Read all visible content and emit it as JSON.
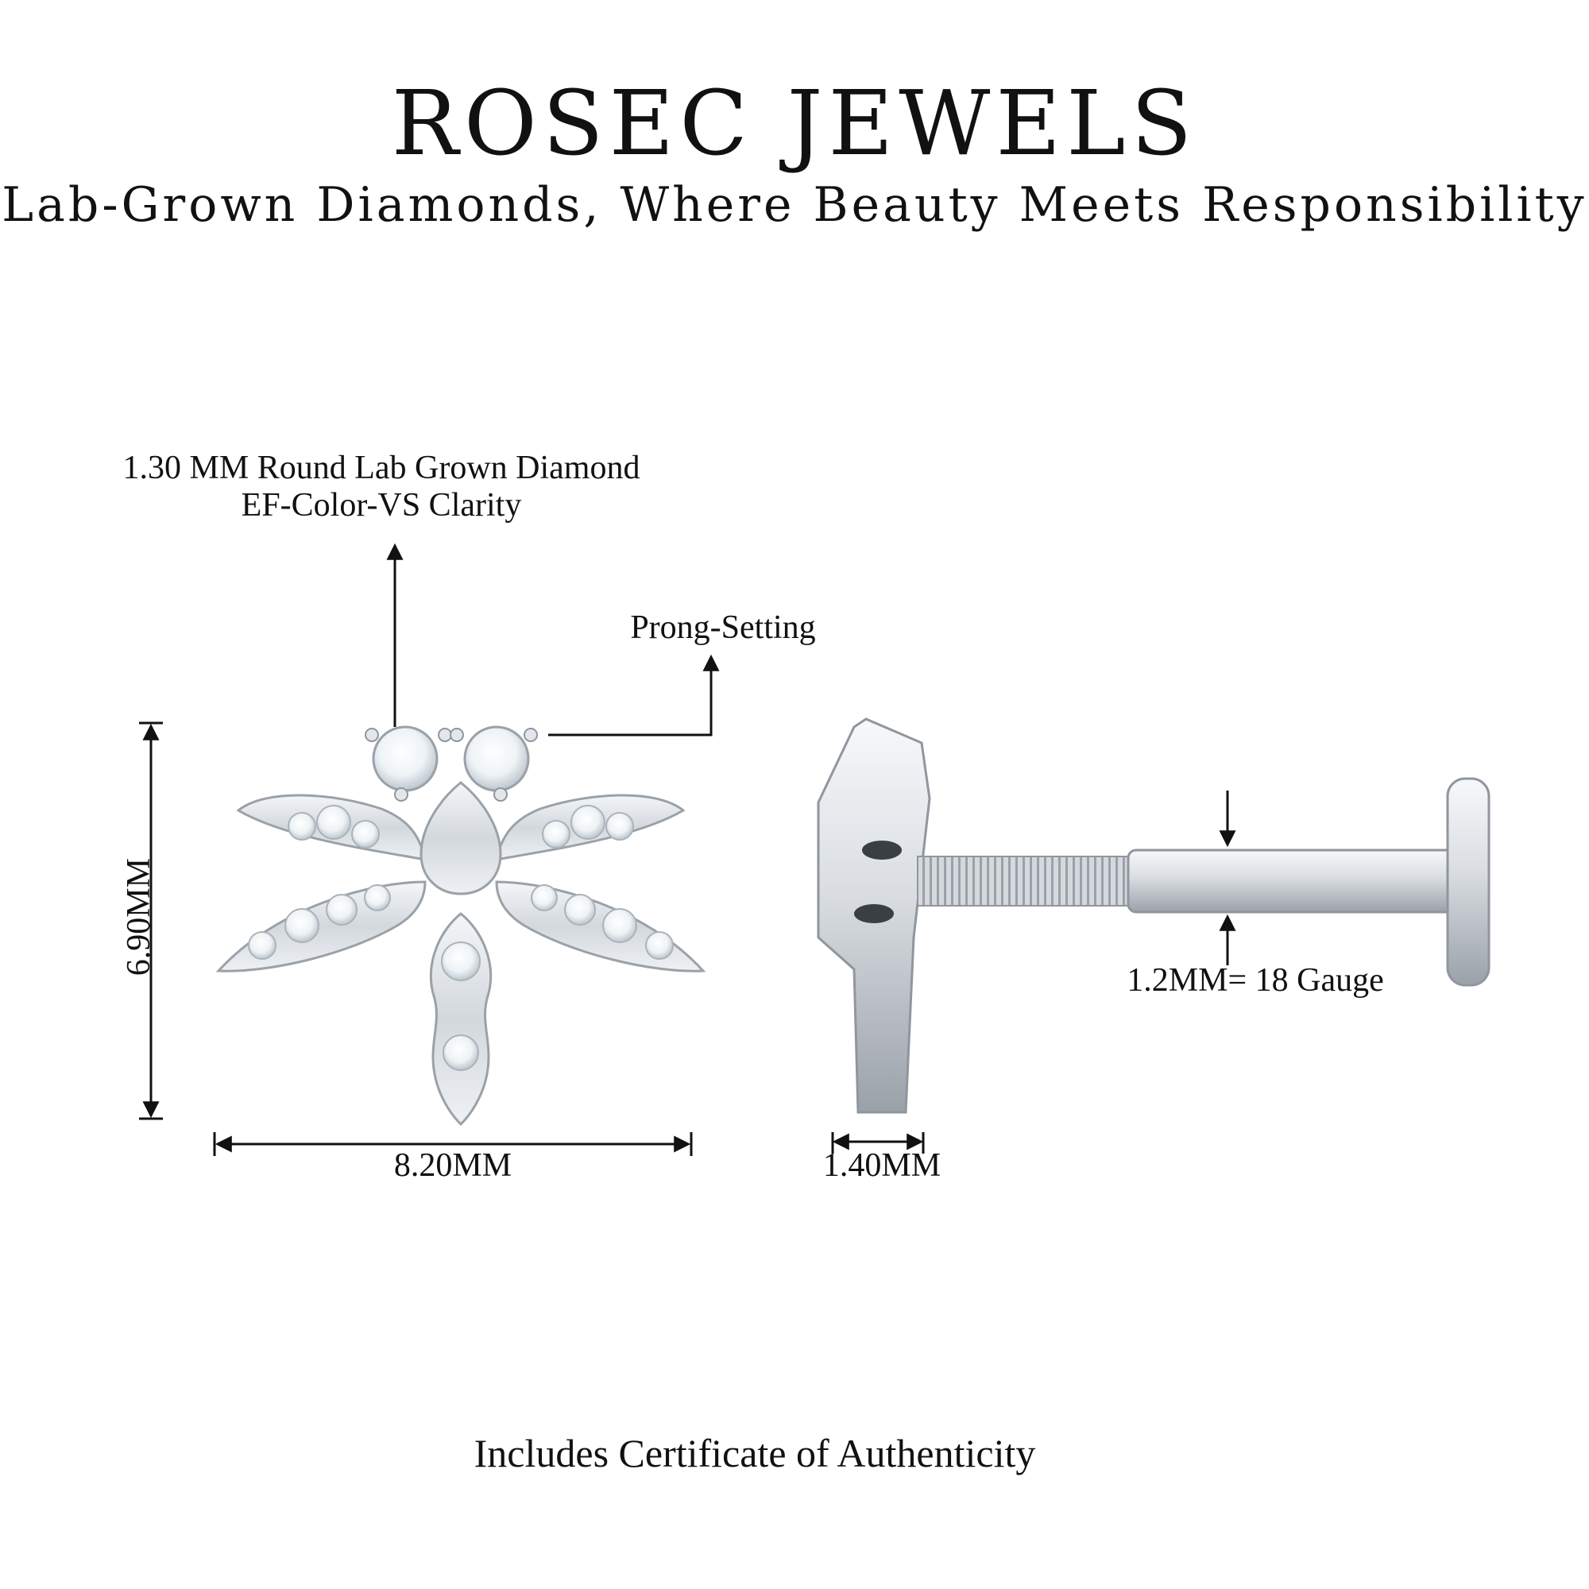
{
  "header": {
    "brand": "ROSEC JEWELS",
    "tagline": "Lab-Grown Diamonds, Where Beauty Meets Responsibility"
  },
  "callouts": {
    "diamond_line1": "1.30 MM Round Lab Grown Diamond",
    "diamond_line2": "EF-Color-VS Clarity",
    "setting": "Prong-Setting"
  },
  "dimensions": {
    "height": "6.90MM",
    "width": "8.20MM",
    "depth": "1.40MM",
    "gauge": "1.2MM= 18 Gauge"
  },
  "footer": "Includes Certificate of Authenticity",
  "colors": {
    "metal": "#d9dde2",
    "metal_dark": "#8f969e",
    "line": "#111111"
  }
}
